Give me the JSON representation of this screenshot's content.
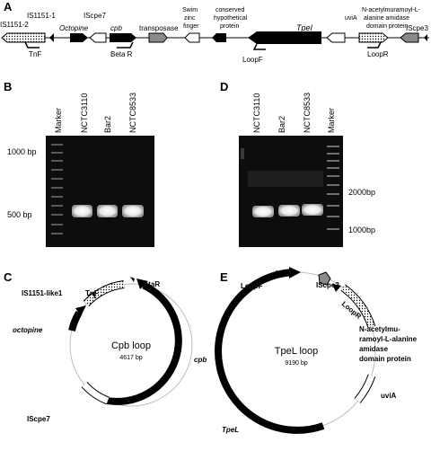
{
  "panels": {
    "A": "A",
    "B": "B",
    "C": "C",
    "D": "D",
    "E": "E"
  },
  "panel_a": {
    "labels": {
      "is1151_2": "IS1151-2",
      "is1151_1": "IS1151-1",
      "octopine": "Octopine",
      "iscpe7": "IScpe7",
      "cpb": "cpb",
      "transposase": "transposase",
      "swim_1": "Swim",
      "swim_2": "zinc",
      "swim_3": "finger",
      "conserved_1": "conserved",
      "conserved_2": "hypothetical",
      "conserved_3": "protein",
      "tpel": "TpeI",
      "uvia": "uviA",
      "amidase_1": "N-acetylmuramoyl-L-",
      "amidase_2": "alanine amidase",
      "amidase_3": "domain protein",
      "iscpe3": "IScpe3",
      "tnf": "TnF",
      "beta_r": "Beta R",
      "loopf": "LoopF",
      "loopr": "LoopR"
    }
  },
  "gel_b": {
    "lanes": [
      "Marker",
      "NCTC3110",
      "Bar2",
      "NCTC8533"
    ],
    "size_labels": [
      "1000 bp",
      "500 bp"
    ]
  },
  "gel_d": {
    "lanes": [
      "NCTC3110",
      "Bar2",
      "NCTC8533",
      "Marker"
    ],
    "size_labels": [
      "2000bp",
      "1000bp"
    ]
  },
  "map_c": {
    "name": "Cpb loop",
    "size": "4617 bp",
    "labels": {
      "is1151": "IS1151-like1",
      "tnf": "TnF",
      "betar": "BetaR",
      "octopine": "octopine",
      "cpb": "cpb",
      "iscpe7": "IScpe7"
    }
  },
  "map_e": {
    "name": "TpeL loop",
    "size": "9190 bp",
    "labels": {
      "loopf": "LoopF",
      "iscpe3": "IScpe3",
      "loopr": "LoopR",
      "amidase_1": "N-acetylmu-",
      "amidase_2": "ramoyl-L-alanine",
      "amidase_3": "amidase",
      "amidase_4": "domain protein",
      "uvia": "uviA",
      "tpel": "TpeL"
    }
  },
  "colors": {
    "gel_bg": "#0d0d0d",
    "band": "#f2f2f2",
    "gene_black": "#000000",
    "gene_grey": "#8a8a8a"
  }
}
